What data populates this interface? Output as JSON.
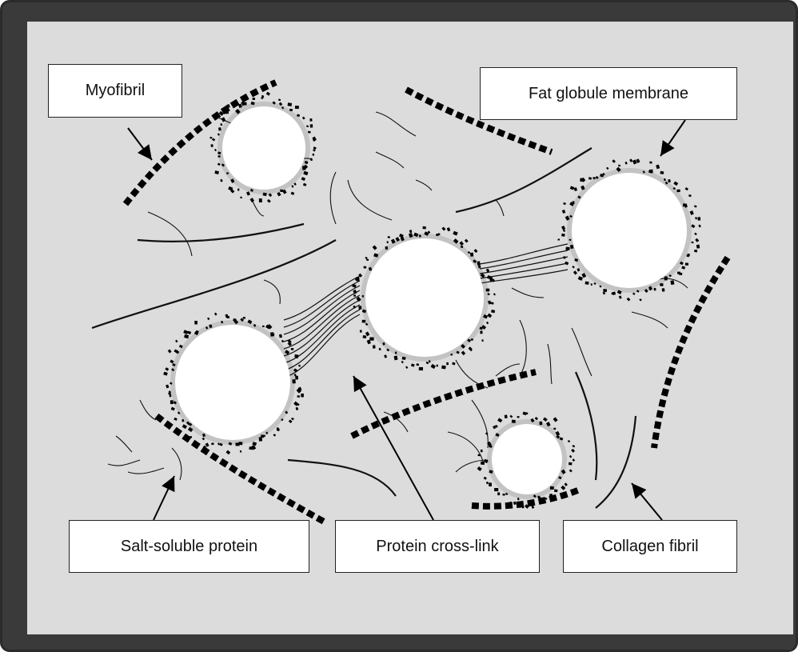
{
  "labels": {
    "myofibril": "Myofibril",
    "fat_globule_membrane": "Fat globule membrane",
    "salt_soluble_protein": "Salt-soluble protein",
    "protein_cross_link": "Protein cross-link",
    "collagen_fibril": "Collagen fibril"
  }
}
